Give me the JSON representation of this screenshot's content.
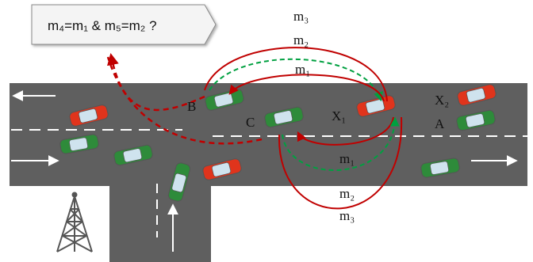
{
  "callout": {
    "text": "m₄=m₁ & m₅=m₂ ?"
  },
  "vehicle_labels": {
    "a": "A",
    "b": "B",
    "c": "C",
    "x1": "X₁",
    "x2": "X₂"
  },
  "message_labels": {
    "top_m3": "m₃",
    "top_m2": "m₂",
    "top_m1": "m₁",
    "bottom_m1": "m₁",
    "bottom_m2": "m₂",
    "bottom_m3": "m₃"
  },
  "colors": {
    "road": "#5f5f5f",
    "lane_mark": "#ffffff",
    "arc_red": "#c00000",
    "arc_green": "#00a040",
    "car_red": "#e0341c",
    "car_green": "#2e8b3a",
    "tower": "#555555"
  }
}
